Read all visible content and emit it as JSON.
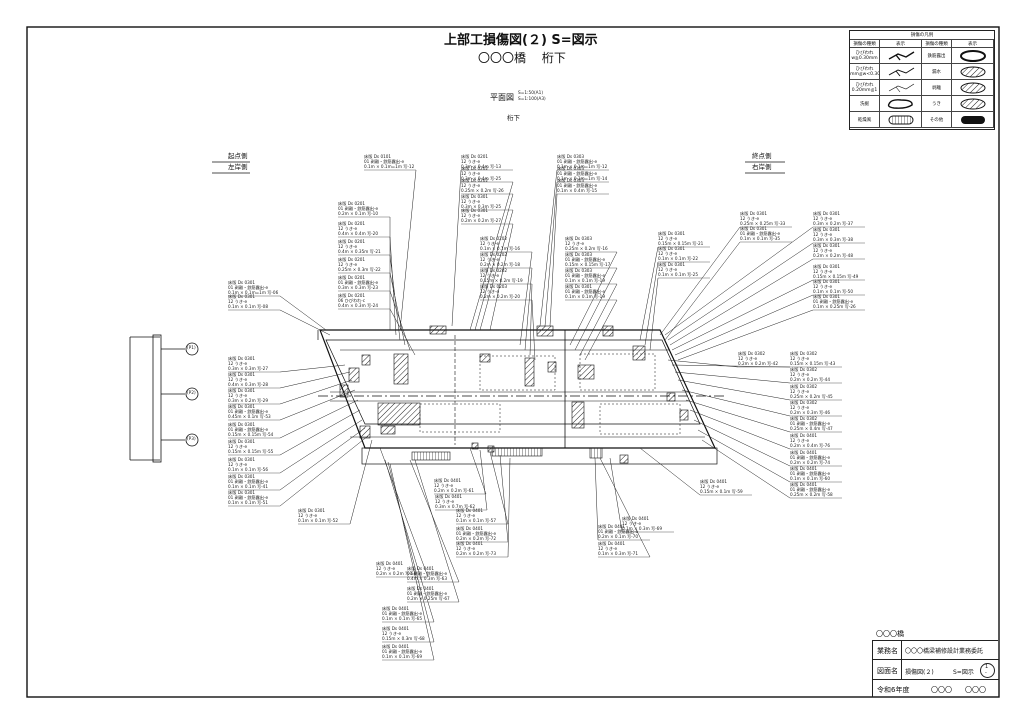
{
  "title": "上部工損傷図(２)  S=図示",
  "subtitle": "〇〇〇橋　 桁下",
  "plan_label": "平面図",
  "plan_scale": [
    "S=1:50(A1)",
    "S=1:100(A3)"
  ],
  "plan_sub": "桁下",
  "start_side": [
    "起点側",
    "左岸側"
  ],
  "end_side": [
    "終点側",
    "右岸側"
  ],
  "pier_labels": [
    "(P1)",
    "(P2)",
    "(P3)"
  ],
  "legend": {
    "title": "損傷の凡例",
    "headers": [
      "損傷の種類",
      "表示",
      "損傷の種類",
      "表示"
    ],
    "rows": [
      [
        "ひびわれ\nw≧0.30mm",
        "",
        "鉄筋露出",
        ""
      ],
      [
        "ひびわれ\n0.20mm≦w<0.30mm",
        "",
        "漏水",
        ""
      ],
      [
        "ひびわれ\n0.20mm≦1",
        "",
        "剥離",
        ""
      ],
      [
        "洗掘",
        "",
        "うき",
        ""
      ],
      [
        "乾燥風",
        "",
        "その他",
        ""
      ]
    ]
  },
  "title_block": {
    "bridge": "〇〇〇橋",
    "project_label": "業務名",
    "project_value": "〇〇〇橋梁補修設計業務委託",
    "drawing_label": "図面名",
    "drawing_value": "損傷図(２)",
    "scale_label": "S=図示",
    "fraction_top": "1",
    "fraction_bottom": "-",
    "year": "令和6年度",
    "org1": "〇〇〇",
    "org2": "〇〇〇"
  },
  "annotations": [
    {
      "l1": "床版 Ds 0101",
      "l2": "01 剥離・鉄筋露出-e",
      "l3": "0.1m × 0.1m=1m 写-12"
    },
    {
      "l1": "床版 Ds 0201",
      "l2": "12 うき-e",
      "l3": "0.3m × 0.4m 写-13"
    },
    {
      "l1": "床版 Ds 0201",
      "l2": "01 剥離・鉄筋露出-e",
      "l3": "0.2m × 0.1m 写-10"
    },
    {
      "l1": "床版 Ds 0202",
      "l2": "12 うき-e",
      "l3": "0.3m × 0.4m 写-25"
    },
    {
      "l1": "床版 Ds 0202",
      "l2": "12 うき-e",
      "l3": "0.25m × 0.2m 写-26"
    },
    {
      "l1": "床版 Ds 0301",
      "l2": "12 うき-e",
      "l3": "0.3m × 0.3m 写-25"
    },
    {
      "l1": "床版 Ds 0301",
      "l2": "12 うき-e",
      "l3": "0.2m × 0.2m 写-27"
    },
    {
      "l1": "床版 Ds 0303",
      "l2": "01 剥離・鉄筋露出-e",
      "l3": "0.1m × 0.1m=1m 写-12"
    },
    {
      "l1": "床版 Ds 0303",
      "l2": "01 剥離・鉄筋露出-e",
      "l3": "0.1m × 0.3m=1m 写-14"
    },
    {
      "l1": "床版 Ds 0303",
      "l2": "01 剥離・鉄筋露出-e",
      "l3": "0.1m × 0.4m 写-15"
    },
    {
      "l1": "床版 Ds 0201",
      "l2": "12 うき-e",
      "l3": "0.4m × 0.4m 写-20"
    },
    {
      "l1": "床版 Ds 0201",
      "l2": "12 うき-e",
      "l3": "0.4m × 0.35m 写-21"
    },
    {
      "l1": "床版 Ds 0201",
      "l2": "12 うき-e",
      "l3": "0.25m × 0.3m 写-22"
    },
    {
      "l1": "床版 Ds 0201",
      "l2": "01 剥離・鉄筋露出-e",
      "l3": "0.3m × 0.3m 写-23"
    },
    {
      "l1": "床版 Ds 0201",
      "l2": "06 ひびわれ-c",
      "l3": "0.4m × 0.3m 写-24"
    },
    {
      "l1": "床版 Ds 0301",
      "l2": "01 剥離・鉄筋露出-e",
      "l3": "0.1m × 0.1m=1m 写-06"
    },
    {
      "l1": "床版 Ds 0301",
      "l2": "12 うき-e",
      "l3": "0.1m × 0.1m 写-08"
    },
    {
      "l1": "床版 Ds 0202",
      "l2": "12 うき-e",
      "l3": "0.1m × 0.1m 写-16"
    },
    {
      "l1": "床版 Ds 0202",
      "l2": "12 うき-e",
      "l3": "0.2m × 0.2m 写-18"
    },
    {
      "l1": "床版 Ds 0202",
      "l2": "12 うき-e",
      "l3": "0.15m × 0.2m 写-19"
    },
    {
      "l1": "床版 Ds 0203",
      "l2": "12 うき-e",
      "l3": "0.2m × 0.2m 写-20"
    },
    {
      "l1": "床版 Ds 0303",
      "l2": "12 うき-e",
      "l3": "0.25m × 0.2m 写-16"
    },
    {
      "l1": "床版 Ds 0303",
      "l2": "01 剥離・鉄筋露出-e",
      "l3": "0.15m × 0.15m 写-17"
    },
    {
      "l1": "床版 Ds 0303",
      "l2": "01 剥離・鉄筋露出-e",
      "l3": "0.1m × 0.1m 写-19"
    },
    {
      "l1": "床版 Ds 0301",
      "l2": "01 剥離・鉄筋露出-e",
      "l3": "0.1m × 0.1m 写-19"
    },
    {
      "l1": "床版 Ds 0301",
      "l2": "12 うき-e",
      "l3": "0.15m × 0.15m 写-21"
    },
    {
      "l1": "床版 Ds 0301",
      "l2": "12 うき-e",
      "l3": "0.1m × 0.1m 写-22"
    },
    {
      "l1": "床版 Ds 0301",
      "l2": "12 うき-e",
      "l3": "0.1m × 0.1m 写-25"
    },
    {
      "l1": "床版 Ds 0301",
      "l2": "12 うき-e",
      "l3": "0.25m × 0.25m 写-33"
    },
    {
      "l1": "床版 Ds 0301",
      "l2": "01 剥離・鉄筋露出-e",
      "l3": "0.1m × 0.1m 写-35"
    },
    {
      "l1": "床版 Ds 0301",
      "l2": "12 うき-e",
      "l3": "0.3m × 0.2m 写-37"
    },
    {
      "l1": "床版 Ds 0301",
      "l2": "12 うき-e",
      "l3": "0.3m × 0.3m 写-38"
    },
    {
      "l1": "床版 Ds 0301",
      "l2": "12 うき-e",
      "l3": "0.2m × 0.2m 写-48"
    },
    {
      "l1": "床版 Ds 0301",
      "l2": "12 うき-e",
      "l3": "0.15m × 0.15m 写-49"
    },
    {
      "l1": "床版 Ds 0301",
      "l2": "12 うき-e",
      "l3": "0.1m × 0.1m 写-50"
    },
    {
      "l1": "床版 Ds 0301",
      "l2": "01 剥離・鉄筋露出-e",
      "l3": "0.1m × 0.25m 写-26"
    },
    {
      "l1": "床版 Ds 0301",
      "l2": "12 うき-e",
      "l3": "0.3m × 0.3m 写-27"
    },
    {
      "l1": "床版 Ds 0301",
      "l2": "12 うき-e",
      "l3": "0.4m × 0.3m 写-28"
    },
    {
      "l1": "床版 Ds 0301",
      "l2": "12 うき-e",
      "l3": "0.3m × 0.2m 写-29"
    },
    {
      "l1": "床版 Ds 0301",
      "l2": "01 剥離・鉄筋露出-e",
      "l3": "0.45m × 0.1m 写-53"
    },
    {
      "l1": "床版 Ds 0301",
      "l2": "01 剥離・鉄筋露出-e",
      "l3": "0.15m × 0.15m 写-54"
    },
    {
      "l1": "床版 Ds 0301",
      "l2": "12 うき-e",
      "l3": "0.15m × 0.15m 写-55"
    },
    {
      "l1": "床版 Ds 0301",
      "l2": "12 うき-e",
      "l3": "0.1m × 0.1m 写-56"
    },
    {
      "l1": "床版 Ds 0301",
      "l2": "01 剥離・鉄筋露出-e",
      "l3": "0.1m × 0.1m 写-41"
    },
    {
      "l1": "床版 Ds 0301",
      "l2": "01 剥離・鉄筋露出-e",
      "l3": "0.1m × 0.1m 写-51"
    },
    {
      "l1": "床版 Ds 0301",
      "l2": "12 うき-e",
      "l3": "0.1m × 0.1m 写-52"
    },
    {
      "l1": "床版 Ds 0302",
      "l2": "12 うき-e",
      "l3": "0.2m × 0.2m 写-42"
    },
    {
      "l1": "床版 Ds 0302",
      "l2": "12 うき-e",
      "l3": "0.15m × 0.15m 写-43"
    },
    {
      "l1": "床版 Ds 0302",
      "l2": "12 うき-e",
      "l3": "0.2m × 0.2m 写-44"
    },
    {
      "l1": "床版 Ds 0302",
      "l2": "12 うき-e",
      "l3": "0.25m × 0.2m 写-45"
    },
    {
      "l1": "床版 Ds 0302",
      "l2": "12 うき-e",
      "l3": "0.2m × 0.3m 写-46"
    },
    {
      "l1": "床版 Ds 0302",
      "l2": "01 剥離・鉄筋露出-e",
      "l3": "0.25m × 0.4m 写-47"
    },
    {
      "l1": "床版 Ds 0401",
      "l2": "12 うき-e",
      "l3": "0.2m × 0.4m 写-76"
    },
    {
      "l1": "床版 Ds 0401",
      "l2": "01 剥離・鉄筋露出-e",
      "l3": "0.2m × 0.2m 写-74"
    },
    {
      "l1": "床版 Ds 0401",
      "l2": "01 剥離・鉄筋露出-e",
      "l3": "0.1m × 0.1m 写-60"
    },
    {
      "l1": "床版 Ds 0401",
      "l2": "01 剥離・鉄筋露出-e",
      "l3": "0.25m × 0.2m 写-58"
    },
    {
      "l1": "床版 Ds 0401",
      "l2": "12 うき-e",
      "l3": "0.15m × 0.1m 写-59"
    },
    {
      "l1": "床版 Ds 0401",
      "l2": "12 うき-e",
      "l3": "0.2m × 0.2m 写-61"
    },
    {
      "l1": "床版 Ds 0401",
      "l2": "12 うき-e",
      "l3": "0.3m × 0.7m 写-62"
    },
    {
      "l1": "床版 Ds 0401",
      "l2": "12 うき-e",
      "l3": "0.1m × 0.1m 写-57"
    },
    {
      "l1": "床版 Ds 0401",
      "l2": "01 剥離・鉄筋露出-e",
      "l3": "0.2m × 0.2m 写-72"
    },
    {
      "l1": "床版 Ds 0401",
      "l2": "12 うき-e",
      "l3": "0.2m × 0.2m 写-73"
    },
    {
      "l1": "床版 Ds 0401",
      "l2": "12 うき-e",
      "l3": "0.2m × 0.2m 写-64"
    },
    {
      "l1": "床版 Ds 0401",
      "l2": "01 剥離・鉄筋露出-e",
      "l3": "0.4m × 0.3m 写-63"
    },
    {
      "l1": "床版 Ds 0401",
      "l2": "01 剥離・鉄筋露出-e",
      "l3": "0.2m × 0.25m 写-67"
    },
    {
      "l1": "床版 Ds 0401",
      "l2": "01 剥離・鉄筋露出-e",
      "l3": "0.1m × 0.1m 写-65"
    },
    {
      "l1": "床版 Ds 0401",
      "l2": "12 うき-e",
      "l3": "0.15m × 0.3m 写-68"
    },
    {
      "l1": "床版 Ds 0401",
      "l2": "01 剥離・鉄筋露出-e",
      "l3": "0.1m × 0.1m 写-69"
    },
    {
      "l1": "床版 Ds 0401",
      "l2": "01 剥離・鉄筋露出-e",
      "l3": "0.2m × 0.1m 写-70"
    },
    {
      "l1": "床版 Ds 0401",
      "l2": "12 うき-e",
      "l3": "0.1m × 0.3m 写-71"
    },
    {
      "l1": "床版 Ds 0401",
      "l2": "12 うき-e",
      "l3": "0.1m × 0.3m 写-69"
    }
  ]
}
